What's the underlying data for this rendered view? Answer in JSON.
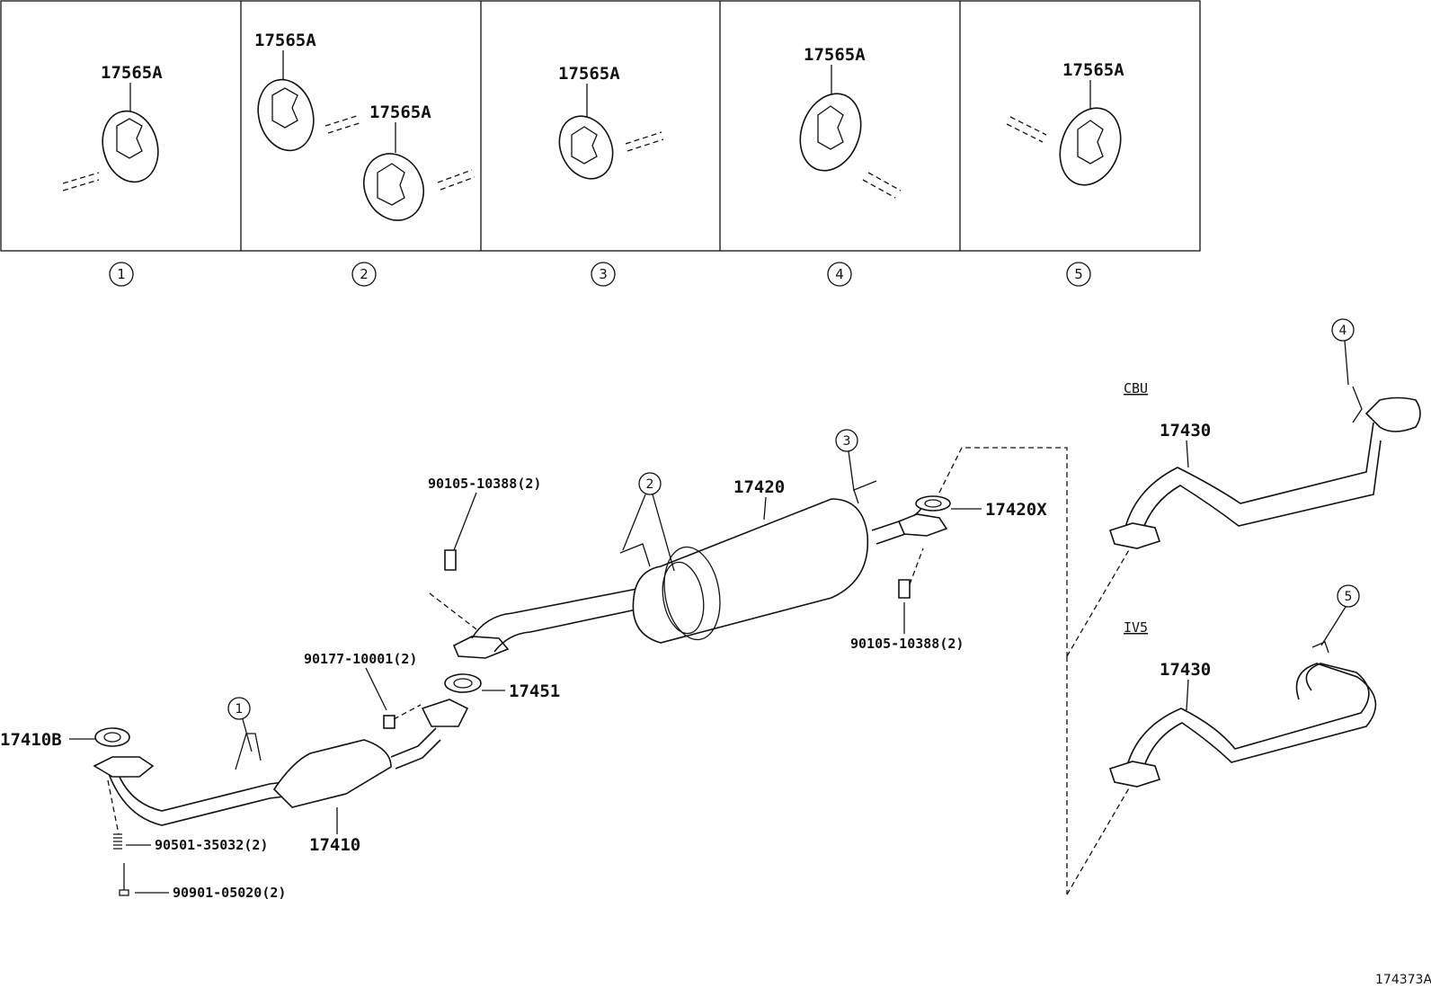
{
  "hanger_panels": [
    {
      "num": "1",
      "labels": [
        "17565A"
      ]
    },
    {
      "num": "2",
      "labels": [
        "17565A",
        "17565A"
      ]
    },
    {
      "num": "3",
      "labels": [
        "17565A"
      ]
    },
    {
      "num": "4",
      "labels": [
        "17565A"
      ]
    },
    {
      "num": "5",
      "labels": [
        "17565A"
      ]
    }
  ],
  "main": {
    "front_pipe": "17410",
    "front_gasket": "17410B",
    "front_spring": "90501-35032(2)",
    "front_bolt": "90901-05020(2)",
    "nut": "90177-10001(2)",
    "center_gasket": "17451",
    "center_bolt": "90105-10388(2)",
    "muffler": "17420",
    "rear_gasket": "17420X",
    "rear_bolt": "90105-10388(2)",
    "refs": {
      "r1": "1",
      "r2": "2",
      "r3": "3",
      "r4": "4",
      "r5": "5"
    }
  },
  "variants": [
    {
      "code": "CBU",
      "part": "17430"
    },
    {
      "code": "IV5",
      "part": "17430"
    }
  ],
  "illustration_id": "174373A"
}
